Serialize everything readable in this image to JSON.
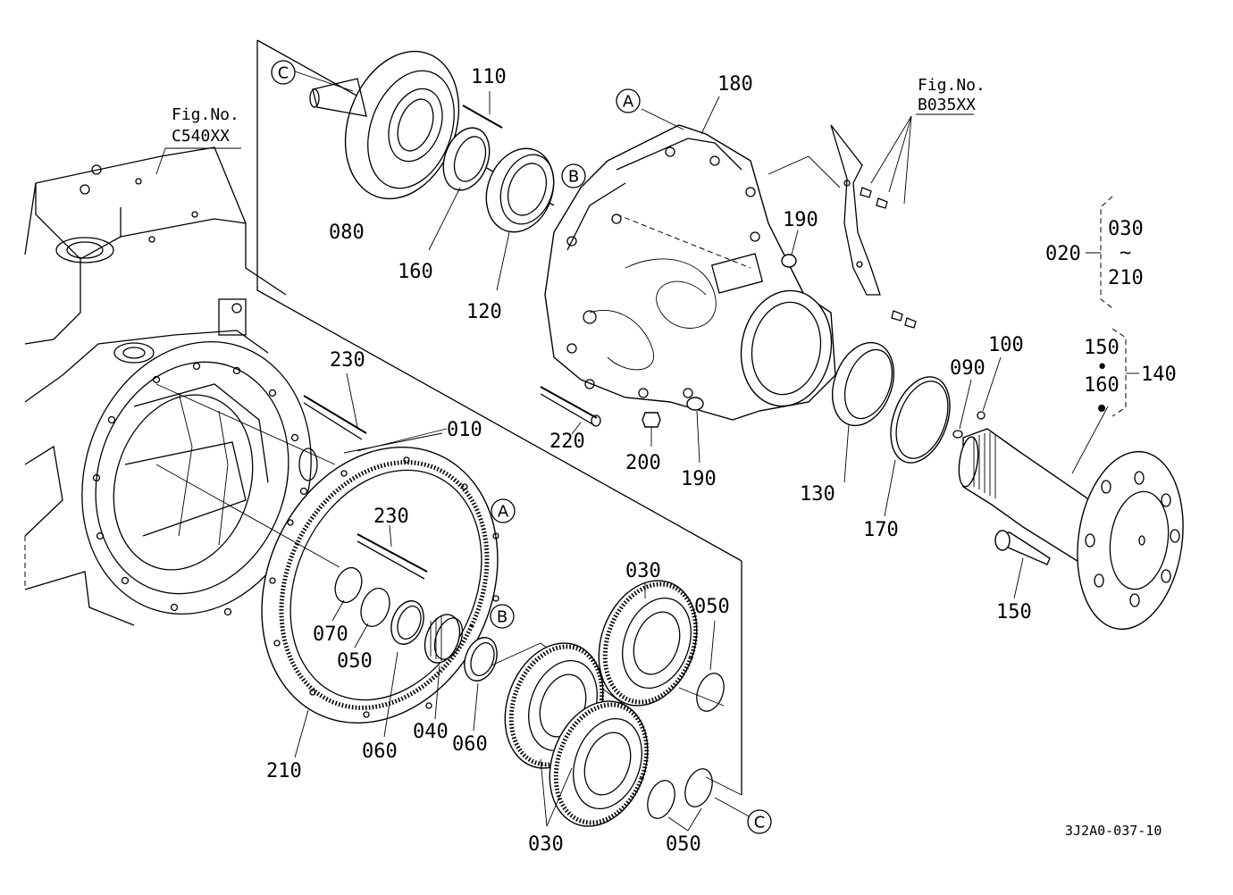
{
  "figure_ref": "3J2A0-037-10",
  "fig_refs": [
    {
      "line1": "Fig.No.",
      "line2": "C540XX"
    },
    {
      "line1": "Fig.No.",
      "line2": "B035XX"
    }
  ],
  "ref_letters": {
    "a": "A",
    "b": "B",
    "c": "C"
  },
  "part_labels": {
    "p010": "010",
    "p020": "020",
    "p030_top": "030",
    "p030_gear": "030",
    "p030_bottom": "030",
    "p040": "040",
    "p050_left": "050",
    "p050_right": "050",
    "p050_bottom": "050",
    "p060_left": "060",
    "p060_right": "060",
    "p070": "070",
    "p080": "080",
    "p090": "090",
    "p100": "100",
    "p110": "110",
    "p120": "120",
    "p130": "130",
    "p140": "140",
    "p150_group": "150",
    "p150": "150",
    "p160_group": "160",
    "p160": "160",
    "p170": "170",
    "p180": "180",
    "p190_top": "190",
    "p190_bottom": "190",
    "p200": "200",
    "p210_range": "210",
    "p210": "210",
    "p220": "220",
    "p230_top": "230",
    "p230_mid": "230"
  },
  "symbols": {
    "tilde": "~",
    "dot": "•"
  }
}
